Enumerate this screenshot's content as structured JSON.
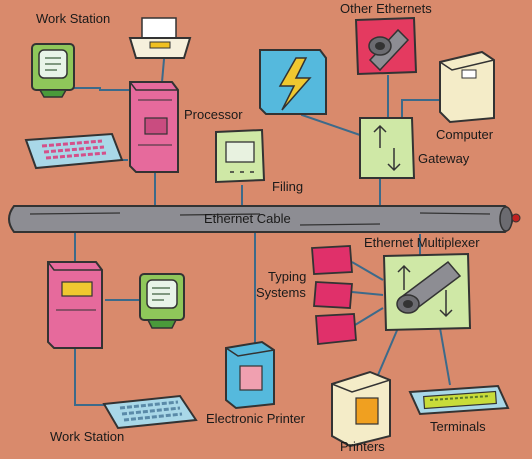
{
  "labels": {
    "work_station_top": "Work Station",
    "other_ethernets": "Other Ethernets",
    "processor": "Processor",
    "computer": "Computer",
    "gateway": "Gateway",
    "filing": "Filing",
    "ethernet_cable": "Ethernet Cable",
    "ethernet_multiplexer": "Ethernet Multiplexer",
    "typing_systems_line1": "Typing",
    "typing_systems_line2": "Systems",
    "printers": "Printers",
    "terminals": "Terminals",
    "electronic_printer": "Electronic Printer",
    "work_station_bottom": "Work Station"
  },
  "colors": {
    "background": "#d98a6c",
    "cable": "#8d8d93",
    "line": "#3c6a8a",
    "monitor": "#8fc75a",
    "cabinet": "#e66a9c",
    "panel_blue": "#55b9dd",
    "lightning": "#f0c830",
    "panel_green": "#cfe8a6",
    "typing_block": "#e0306a",
    "keyboard": "#a9d8e8",
    "terminal_key": "#c8dc3a",
    "printer_body": "#f4ecc8",
    "printer_tray": "#f0a020"
  }
}
